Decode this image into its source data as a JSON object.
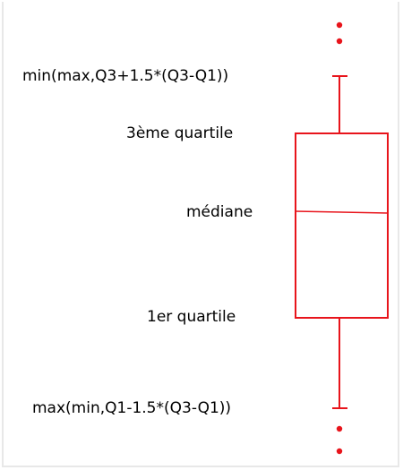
{
  "diagram": {
    "labels": {
      "upper_whisker": "min(max,Q3+1.5*(Q3-Q1))",
      "q3": "3ème quartile",
      "median": "médiane",
      "q1": "1er quartile",
      "lower_whisker": "max(min,Q1-1.5*(Q3-Q1))"
    },
    "colors": {
      "box": "#e8141b",
      "text": "#000000",
      "frame": "#e8e8e8"
    },
    "outlier_symbol": "dot",
    "upper_outliers": 2,
    "lower_outliers": 2
  }
}
